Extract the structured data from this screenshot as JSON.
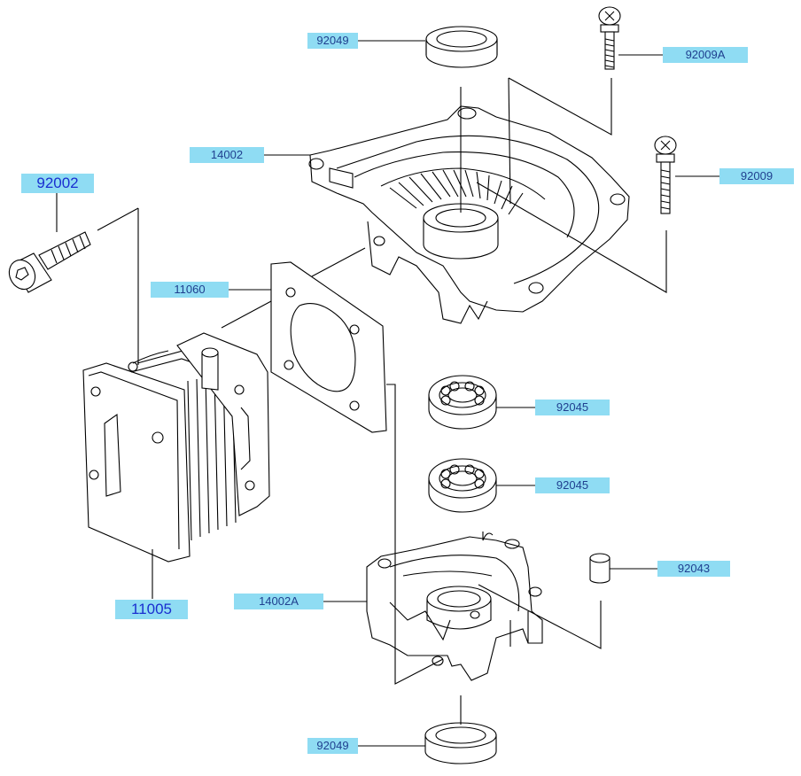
{
  "labels": {
    "l92049_top": "92049",
    "l92009A": "92009A",
    "l14002": "14002",
    "l92009": "92009",
    "l92002": "92002",
    "l11060": "11060",
    "l92045_a": "92045",
    "l92045_b": "92045",
    "l92043": "92043",
    "l11005": "11005",
    "l14002A": "14002A",
    "l92049_bottom": "92049"
  },
  "colors": {
    "label_bg": "#8fdcf3",
    "label_text": "#1f3f8f",
    "label_text_bold": "#1a2fd0",
    "line": "#000000"
  }
}
